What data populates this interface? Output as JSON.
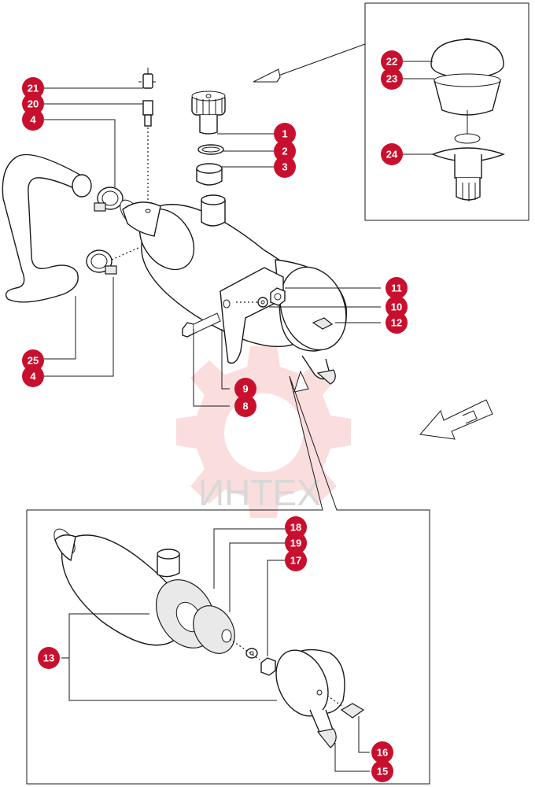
{
  "watermark": {
    "text": "ИНТЕХ"
  },
  "colors": {
    "callout": "#c8102e",
    "line": "#1a1a1a",
    "watermark": "#e24a4a"
  },
  "callouts": [
    {
      "id": "c21a",
      "label": "21"
    },
    {
      "id": "c20",
      "label": "20"
    },
    {
      "id": "c4a",
      "label": "4"
    },
    {
      "id": "c1",
      "label": "1"
    },
    {
      "id": "c2",
      "label": "2"
    },
    {
      "id": "c3",
      "label": "3"
    },
    {
      "id": "c22",
      "label": "22"
    },
    {
      "id": "c23",
      "label": "23"
    },
    {
      "id": "c24",
      "label": "24"
    },
    {
      "id": "c11",
      "label": "11"
    },
    {
      "id": "c10",
      "label": "10"
    },
    {
      "id": "c12",
      "label": "12"
    },
    {
      "id": "c25",
      "label": "25"
    },
    {
      "id": "c4b",
      "label": "4"
    },
    {
      "id": "c9",
      "label": "9"
    },
    {
      "id": "c8",
      "label": "8"
    },
    {
      "id": "c18",
      "label": "18"
    },
    {
      "id": "c19",
      "label": "19"
    },
    {
      "id": "c17",
      "label": "17"
    },
    {
      "id": "c13",
      "label": "13"
    },
    {
      "id": "c16",
      "label": "16"
    },
    {
      "id": "c15",
      "label": "15"
    }
  ]
}
